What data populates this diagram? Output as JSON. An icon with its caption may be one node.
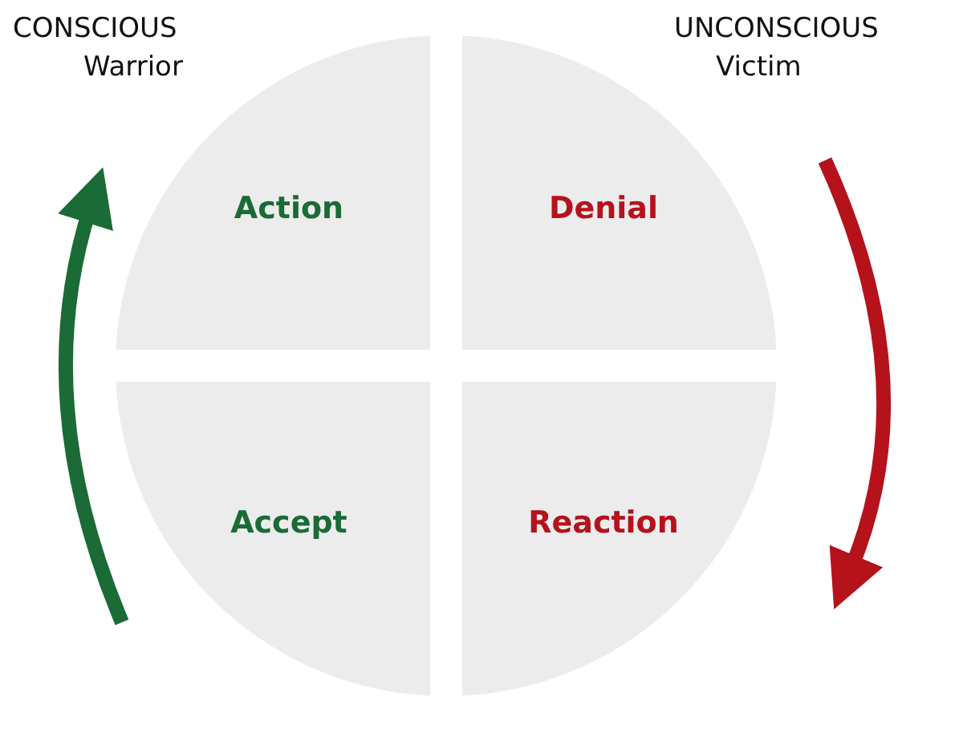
{
  "diagram": {
    "nodes": [
      {
        "text": [
          "Action"
        ]
      },
      {
        "text": [
          "Denial"
        ]
      },
      {
        "text": [
          "Accept"
        ]
      },
      {
        "text": [
          "Reaction"
        ]
      }
    ],
    "labels": [
      "CONSCIOUS",
      "Warrior",
      "UNCONSCIOUS",
      "Victim"
    ]
  }
}
